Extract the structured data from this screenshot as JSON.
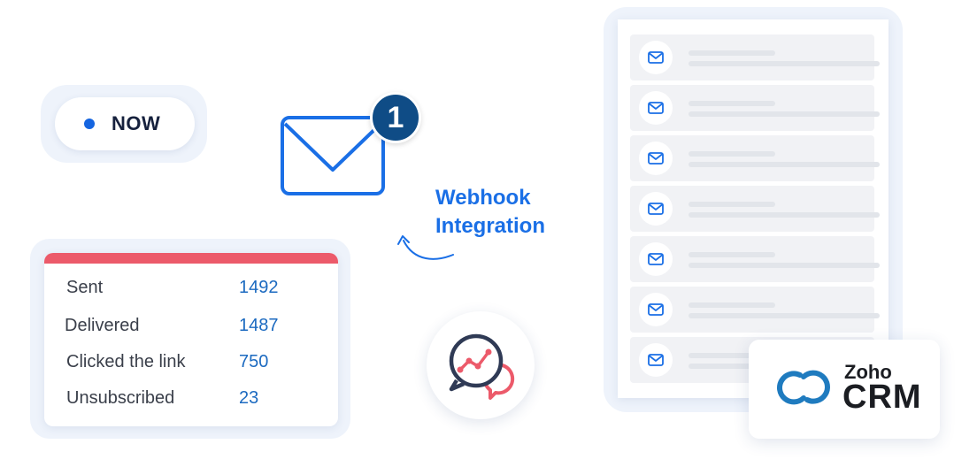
{
  "now_pill": {
    "label": "NOW"
  },
  "notification": {
    "badge_count": "1"
  },
  "webhook": {
    "line1": "Webhook",
    "line2": "Integration"
  },
  "stats": {
    "rows": [
      {
        "label": "Sent",
        "value": "1492"
      },
      {
        "label": "Delivered",
        "value": "1487"
      },
      {
        "label": "Clicked the link",
        "value": "750"
      },
      {
        "label": "Unsubscribed",
        "value": "23"
      }
    ]
  },
  "email_list": {
    "row_count": 7,
    "icon": "mail-icon"
  },
  "zoho": {
    "brand": "Zoho",
    "product": "CRM"
  },
  "colors": {
    "accent_blue": "#1a6fe6",
    "badge_navy": "#0f4c86",
    "stats_bar": "#ec5a6a",
    "chat_navy": "#2f3a55",
    "chat_pink": "#ec5a6a",
    "zoho_blue": "#1f7bbf"
  }
}
